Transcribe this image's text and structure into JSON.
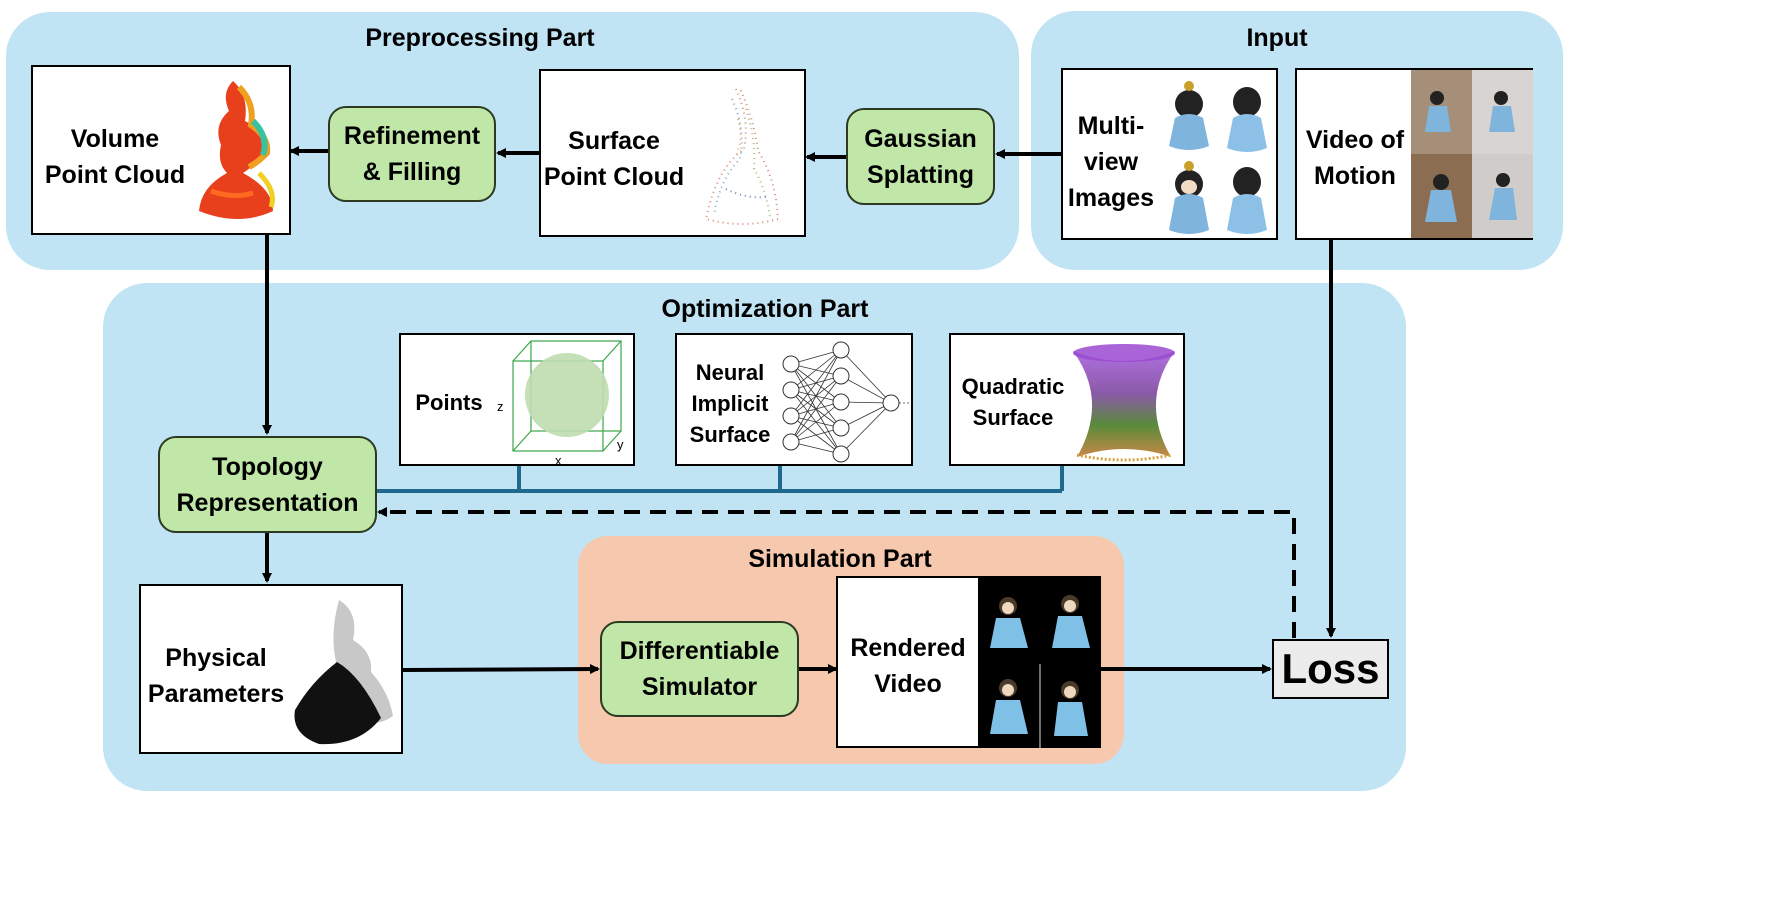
{
  "regions": {
    "preprocessing": "Preprocessing Part",
    "input": "Input",
    "optimization": "Optimization Part",
    "simulation": "Simulation Part"
  },
  "input": {
    "multiview_line1": "Multi-",
    "multiview_line2": "view",
    "multiview_line3": "Images",
    "video_line1": "Video of",
    "video_line2": "Motion"
  },
  "preprocessing": {
    "gaussian_line1": "Gaussian",
    "gaussian_line2": "Splatting",
    "surface_line1": "Surface",
    "surface_line2": "Point Cloud",
    "refinement_line1": "Refinement",
    "refinement_line2": "& Filling",
    "volume_line1": "Volume",
    "volume_line2": "Point Cloud"
  },
  "optimization": {
    "topology_line1": "Topology",
    "topology_line2": "Representation",
    "points_label": "Points",
    "axis_x": "x",
    "axis_y": "y",
    "axis_z": "z",
    "neural_line1": "Neural",
    "neural_line2": "Implicit",
    "neural_line3": "Surface",
    "quadratic_line1": "Quadratic",
    "quadratic_line2": "Surface",
    "physical_line1": "Physical",
    "physical_line2": "Parameters"
  },
  "simulation": {
    "simulator_line1": "Differentiable",
    "simulator_line2": "Simulator",
    "rendered_line1": "Rendered",
    "rendered_line2": "Video"
  },
  "loss": "Loss",
  "colors": {
    "region_blue": "#c1e4f5",
    "region_orange": "#f6c8ad",
    "box_green": "#c0e7a8",
    "connector_teal": "#1e6a8e",
    "loss_gray": "#ececec"
  }
}
